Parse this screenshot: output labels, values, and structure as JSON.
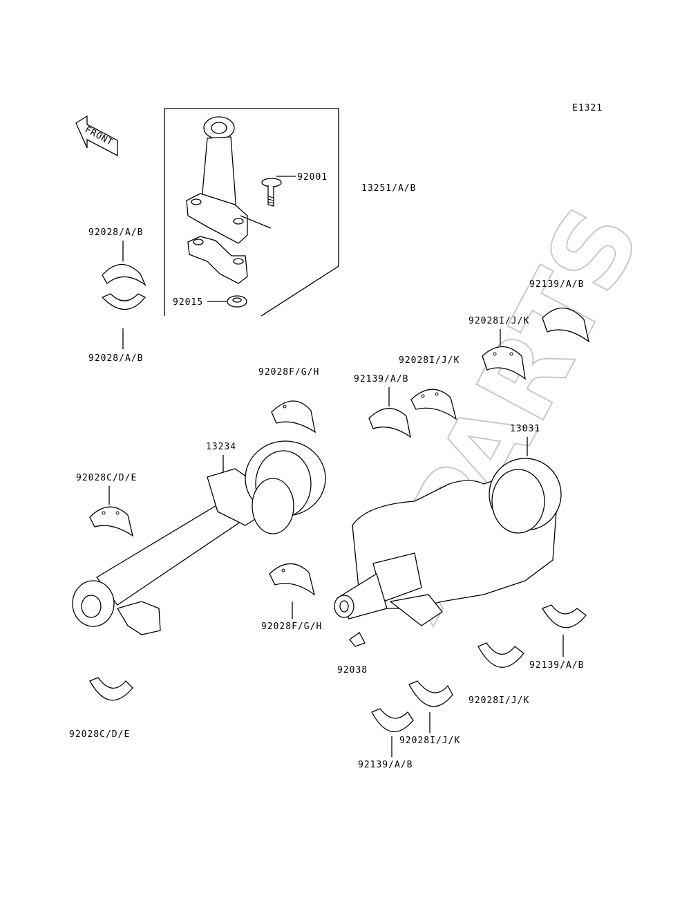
{
  "diagram_code": "E1321",
  "watermark": "XPARTS",
  "front_label": "FRONT",
  "labels": {
    "p92001": "92001",
    "p13251": "13251/A/B",
    "p92028ab_top": "92028/A/B",
    "p92028ab_bottom": "92028/A/B",
    "p92015": "92015",
    "p92139_top": "92139/A/B",
    "p92028ijk_top1": "92028I/J/K",
    "p92028ijk_top2": "92028I/J/K",
    "p92028fgh_top": "92028F/G/H",
    "p92139_mid": "92139/A/B",
    "p13234": "13234",
    "p13031": "13031",
    "p92028cde_top": "92028C/D/E",
    "p92028fgh_bottom": "92028F/G/H",
    "p92038": "92038",
    "p92139_right": "92139/A/B",
    "p92028ijk_right": "92028I/J/K",
    "p92028ijk_bottom": "92028I/J/K",
    "p92139_bottom": "92139/A/B",
    "p92028cde_bottom": "92028C/D/E"
  }
}
